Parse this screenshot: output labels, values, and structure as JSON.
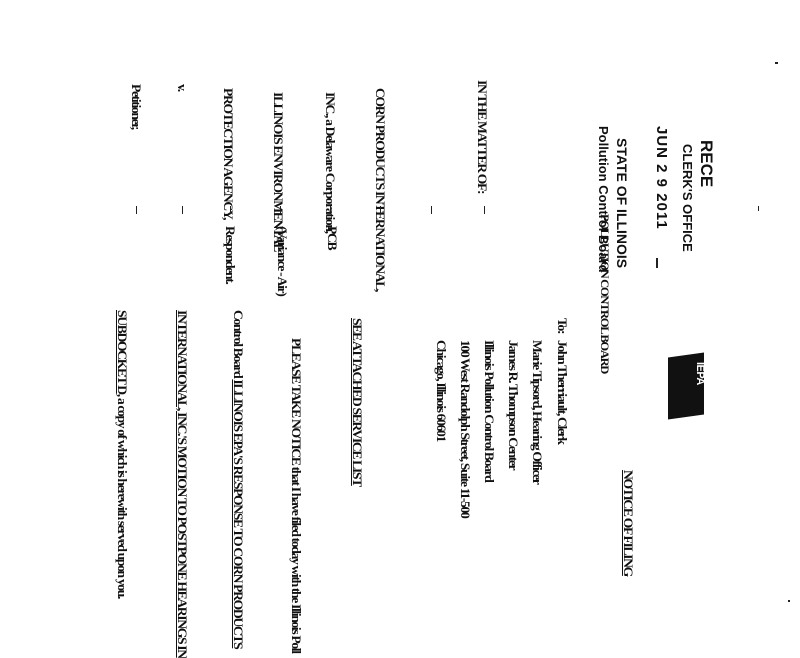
{
  "stamp": {
    "received": "RECE",
    "clerks_office": "CLERK'S OFFICE",
    "date": "JUN 2 9 2011",
    "state": "STATE OF ILLINOIS",
    "board": "Pollution Control Board",
    "board_header": "POLLUTION CONTROL BOARD"
  },
  "caption": {
    "left_lines": [
      "IN THE MATTER OF:",
      "CORN PRODUCTS INTERNATIONAL,",
      "INC., a Delaware Corporation,",
      "Petitioner,",
      "v.",
      "ILLINOIS ENVIRONMENTAL",
      "PROTECTION AGENCY,"
    ],
    "case_label": "PCB",
    "case_type": "(Variance - Air)",
    "respondent": "Respondent."
  },
  "notice": {
    "title": "NOTICE OF FILING",
    "to_label": "To:",
    "addressees": [
      "John Therriault, Clerk",
      "Marie Tipsord, Hearing Officer",
      "James R. Thompson Center",
      "Illinois Pollution Control Board",
      "100 West Randolph Street, Suite 11-500",
      "Chicago, Illinois 60601"
    ],
    "service_list": "SEE ATTACHED SERVICE LIST",
    "body_line1": "PLEASE TAKE NOTICE that I have filed today with the Illinois Poll",
    "body_line2_prefix": "Control Board",
    "body_line2_underlined": "ILLINOIS EPA'S RESPONSE TO CORN PRODUCTS",
    "body_line3": "INTERNATIONAL, INC.'S MOTION TO POSTPONE HEARINGS IN",
    "body_line4_underlined": "SUBDOCKET D",
    "body_line4_rest": ", a copy of which is herewith served upon you."
  },
  "logo": {
    "label": "IEPA"
  }
}
